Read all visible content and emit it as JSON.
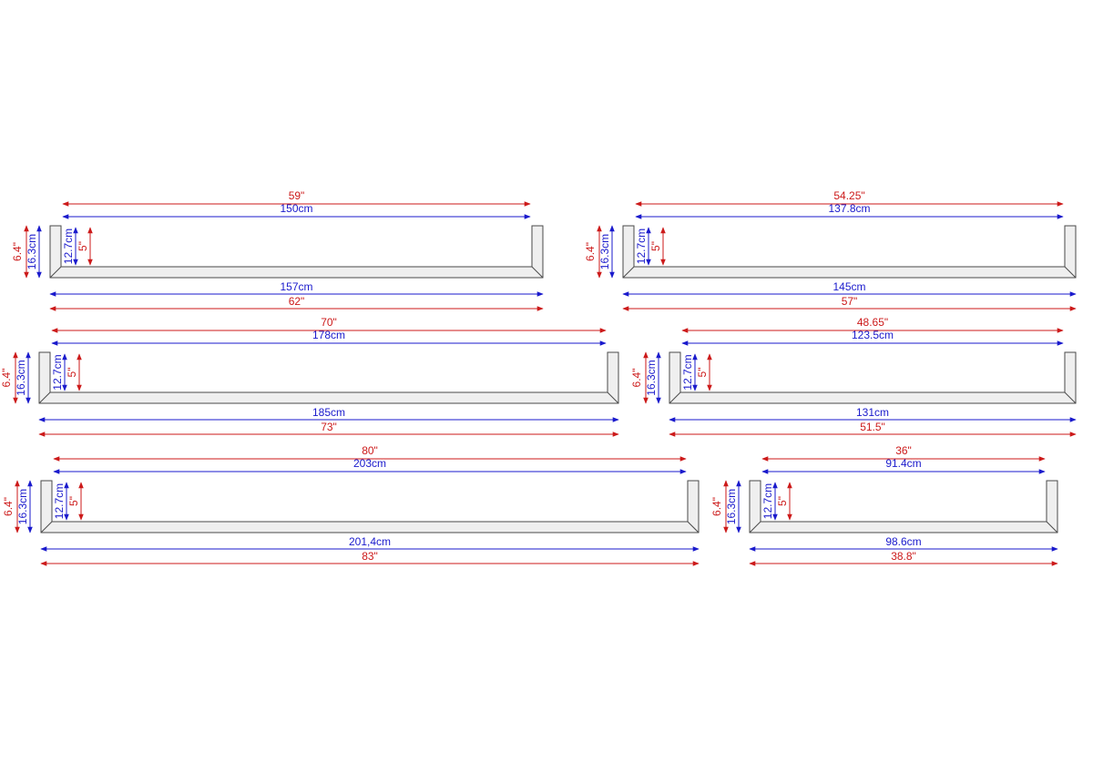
{
  "colors": {
    "imperial": "#cc1a1a",
    "metric": "#1a1acc",
    "outline": "#4a4a4a",
    "face": "#efefef"
  },
  "shelves": [
    {
      "name": "shelf-150cm",
      "inner_in": "59\"",
      "inner_cm": "150cm",
      "outer_cm": "157cm",
      "outer_in": "62\"",
      "height_in": "6.4\"",
      "height_cm": "16.3cm",
      "lip_cm": "12.7cm",
      "lip_in": "5\""
    },
    {
      "name": "shelf-137-8cm",
      "inner_in": "54.25\"",
      "inner_cm": "137.8cm",
      "outer_cm": "145cm",
      "outer_in": "57\"",
      "height_in": "6.4\"",
      "height_cm": "16.3cm",
      "lip_cm": "12.7cm",
      "lip_in": "5\""
    },
    {
      "name": "shelf-178cm",
      "inner_in": "70\"",
      "inner_cm": "178cm",
      "outer_cm": "185cm",
      "outer_in": "73\"",
      "height_in": "6.4\"",
      "height_cm": "16.3cm",
      "lip_cm": "12.7cm",
      "lip_in": "5\""
    },
    {
      "name": "shelf-123-5cm",
      "inner_in": "48.65\"",
      "inner_cm": "123.5cm",
      "outer_cm": "131cm",
      "outer_in": "51.5\"",
      "height_in": "6.4\"",
      "height_cm": "16.3cm",
      "lip_cm": "12.7cm",
      "lip_in": "5\""
    },
    {
      "name": "shelf-203cm",
      "inner_in": "80\"",
      "inner_cm": "203cm",
      "outer_cm": "201,4cm",
      "outer_in": "83\"",
      "height_in": "6.4\"",
      "height_cm": "16.3cm",
      "lip_cm": "12.7cm",
      "lip_in": "5\""
    },
    {
      "name": "shelf-91-4cm",
      "inner_in": "36\"",
      "inner_cm": "91.4cm",
      "outer_cm": "98.6cm",
      "outer_in": "38.8\"",
      "height_in": "6.4\"",
      "height_cm": "16.3cm",
      "lip_cm": "12.7cm",
      "lip_in": "5\""
    }
  ]
}
